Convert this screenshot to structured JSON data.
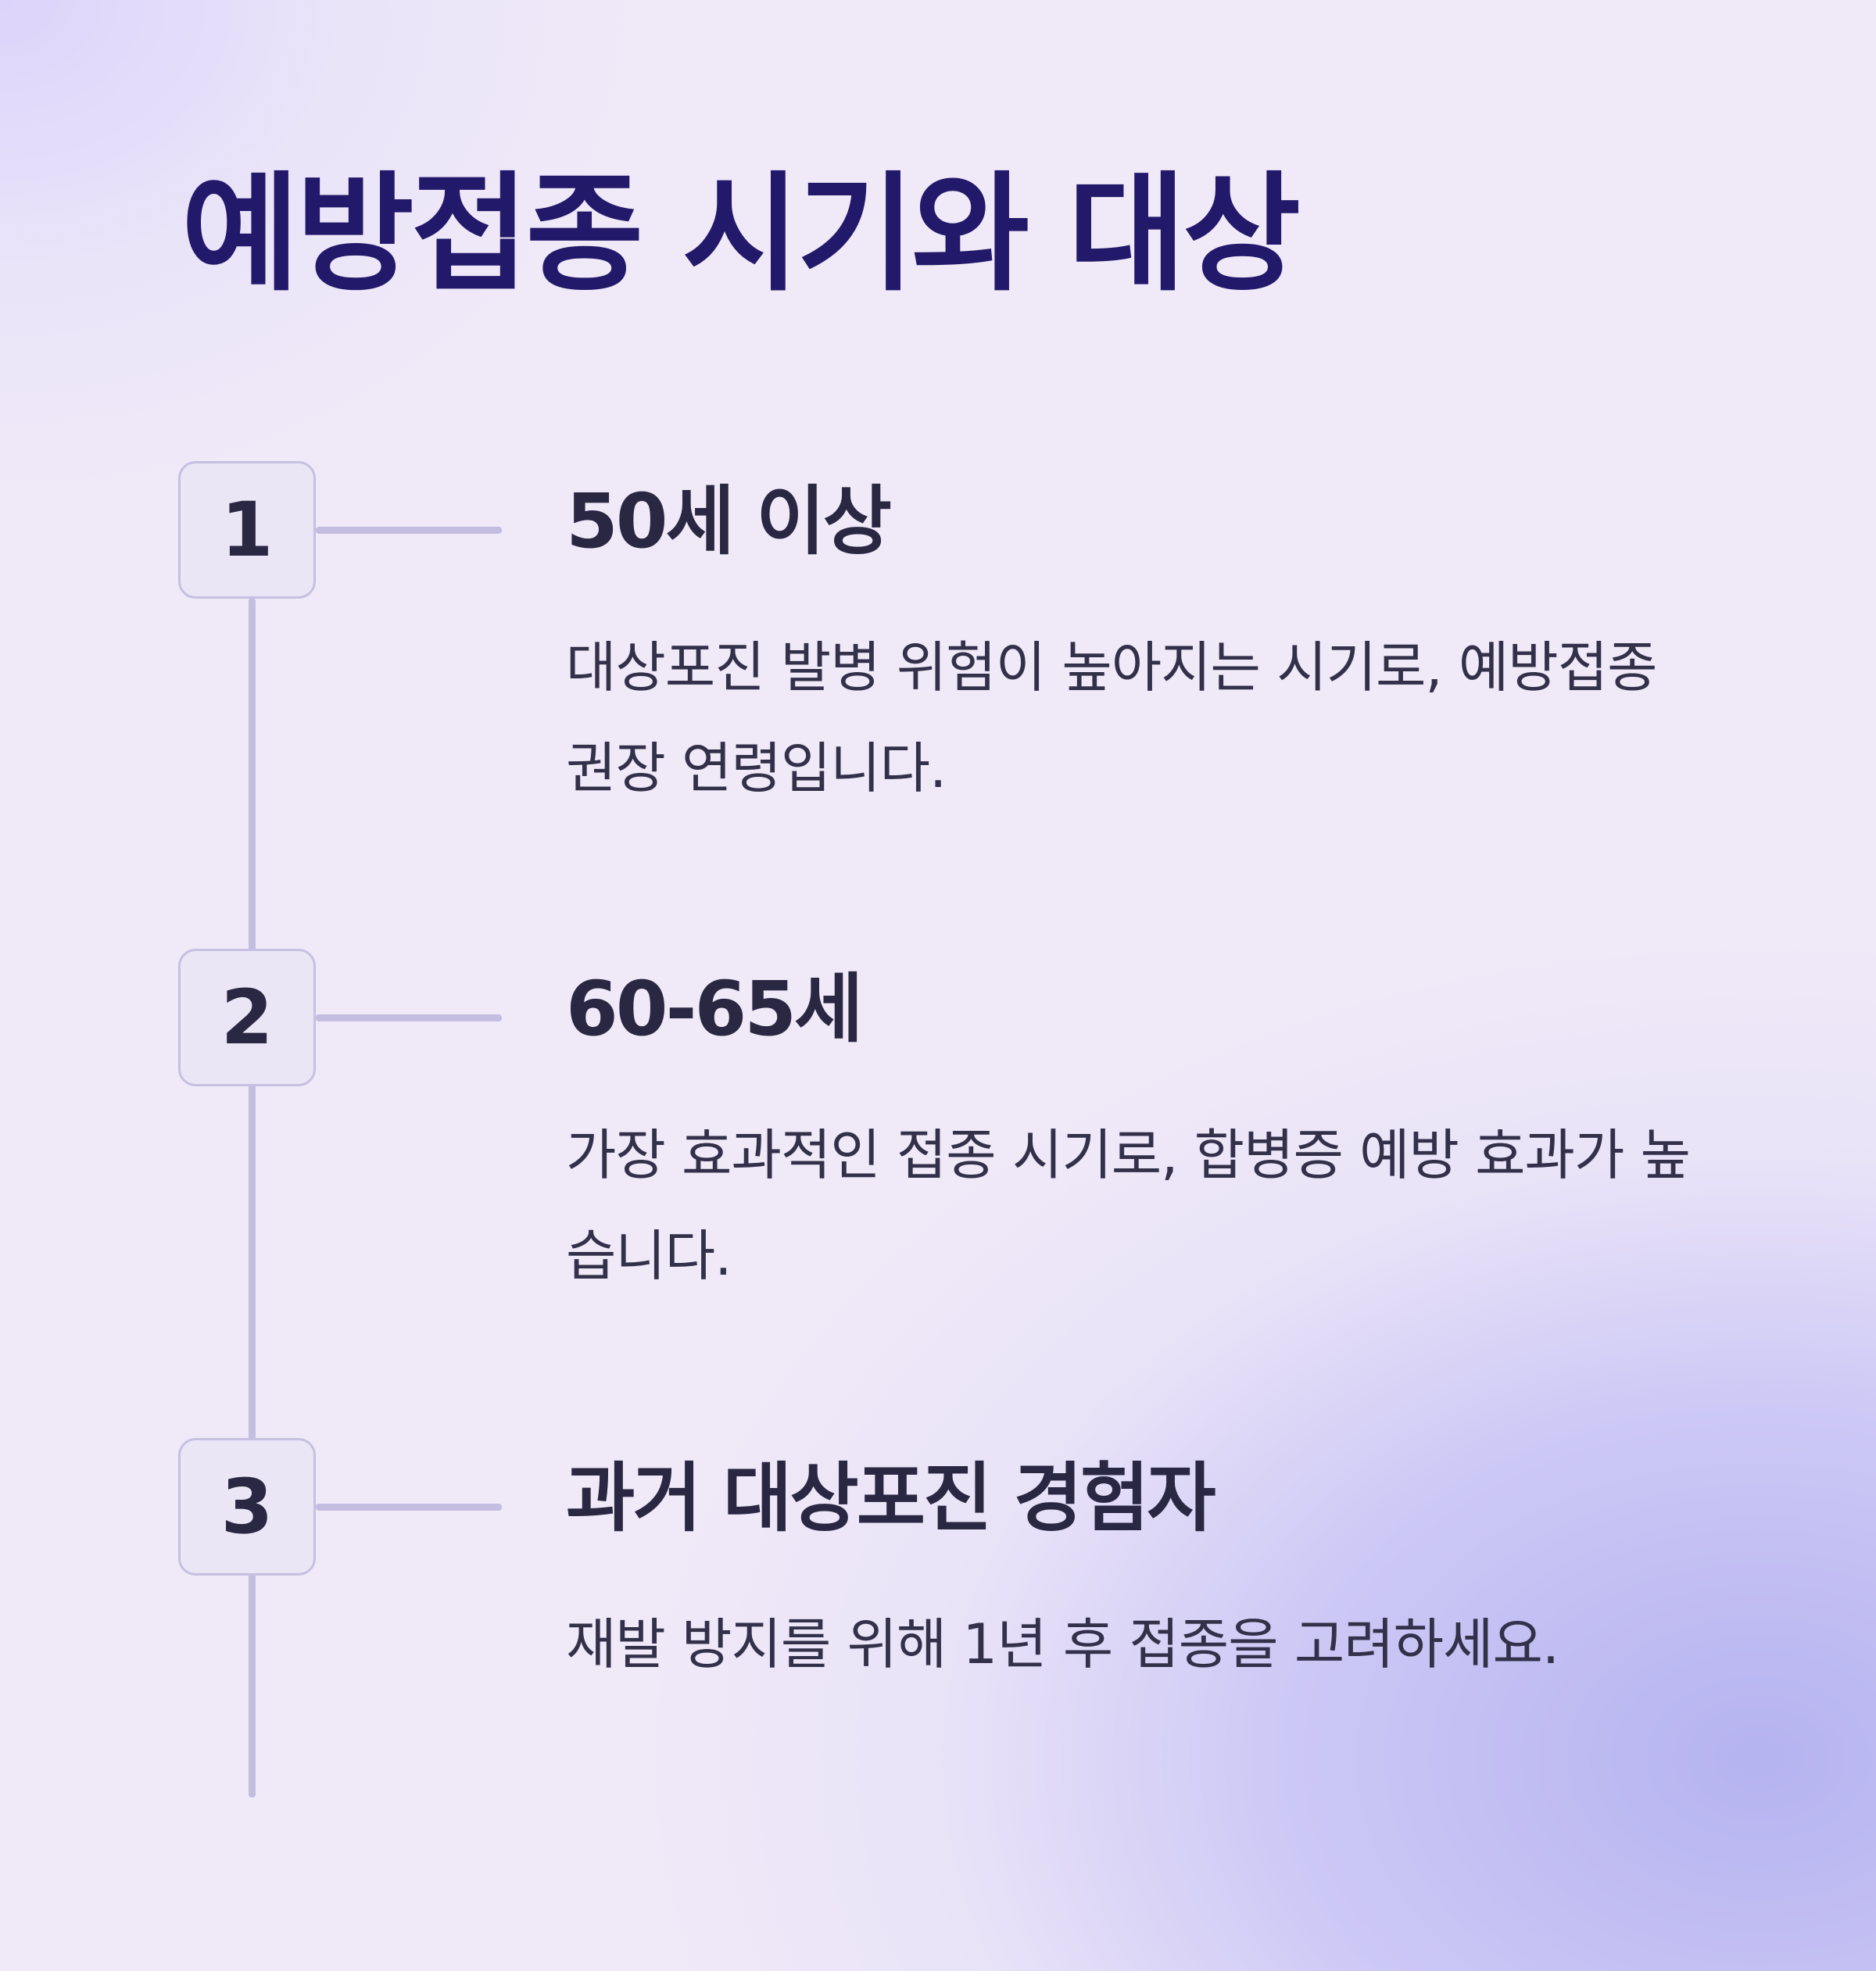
{
  "page": {
    "title": "예방접종 시기와 대상"
  },
  "steps": [
    {
      "number": "1",
      "title": "50세 이상",
      "description": "대상포진 발병 위험이 높아지는 시기로, 예방접종 권장 연령입니다."
    },
    {
      "number": "2",
      "title": "60-65세",
      "description": "가장 효과적인 접종 시기로, 합병증 예방 효과가 높습니다."
    },
    {
      "number": "3",
      "title": "과거 대상포진 경험자",
      "description": "재발 방지를 위해 1년 후 접종을 고려하세요."
    }
  ],
  "colors": {
    "title": "#23196a",
    "text": "#2a2742",
    "line": "#c3bde0",
    "box_border": "#c6c0e2",
    "box_fill": "#ebe6f6"
  }
}
